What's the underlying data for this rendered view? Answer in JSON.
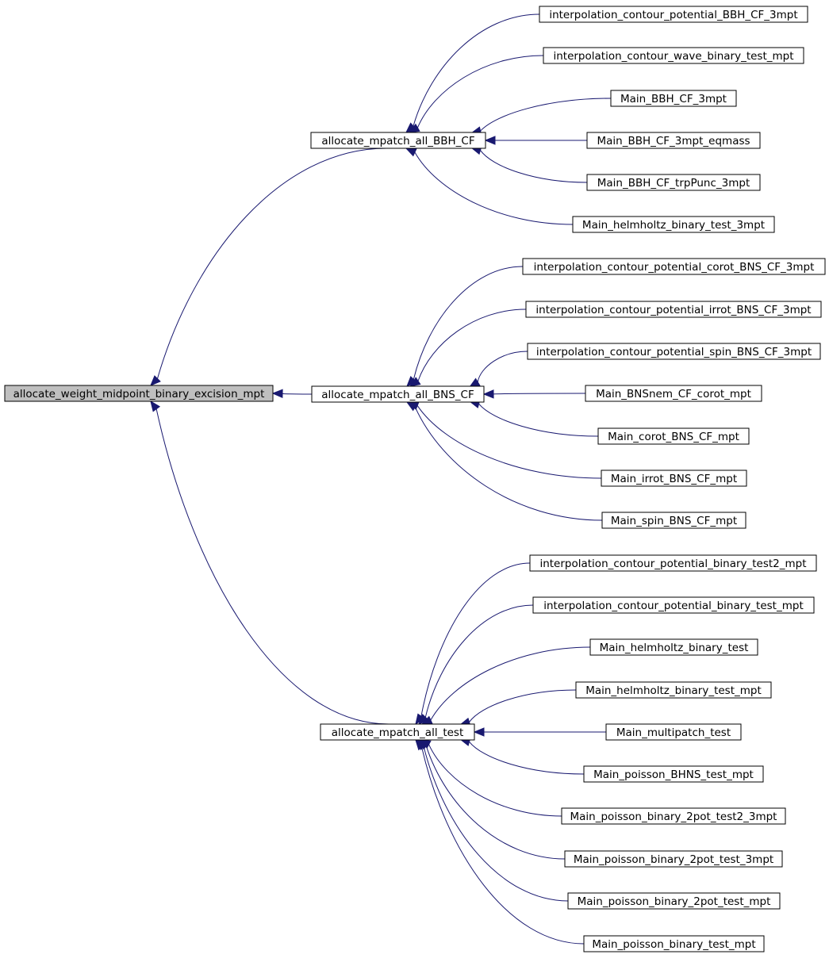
{
  "root": {
    "id": "root",
    "label": "allocate_weight_midpoint_binary_excision_mpt"
  },
  "groups": [
    {
      "id": "bbh",
      "label": "allocate_mpatch_all_BBH_CF",
      "callers": [
        "interpolation_contour_potential_BBH_CF_3mpt",
        "interpolation_contour_wave_binary_test_mpt",
        "Main_BBH_CF_3mpt",
        "Main_BBH_CF_3mpt_eqmass",
        "Main_BBH_CF_trpPunc_3mpt",
        "Main_helmholtz_binary_test_3mpt"
      ]
    },
    {
      "id": "bns",
      "label": "allocate_mpatch_all_BNS_CF",
      "callers": [
        "interpolation_contour_potential_corot_BNS_CF_3mpt",
        "interpolation_contour_potential_irrot_BNS_CF_3mpt",
        "interpolation_contour_potential_spin_BNS_CF_3mpt",
        "Main_BNSnem_CF_corot_mpt",
        "Main_corot_BNS_CF_mpt",
        "Main_irrot_BNS_CF_mpt",
        "Main_spin_BNS_CF_mpt"
      ]
    },
    {
      "id": "test",
      "label": "allocate_mpatch_all_test",
      "callers": [
        "interpolation_contour_potential_binary_test2_mpt",
        "interpolation_contour_potential_binary_test_mpt",
        "Main_helmholtz_binary_test",
        "Main_helmholtz_binary_test_mpt",
        "Main_multipatch_test",
        "Main_poisson_BHNS_test_mpt",
        "Main_poisson_binary_2pot_test2_3mpt",
        "Main_poisson_binary_2pot_test_3mpt",
        "Main_poisson_binary_2pot_test_mpt",
        "Main_poisson_binary_test_mpt"
      ]
    }
  ],
  "colors": {
    "edge": "#191970",
    "node_border": "#000000",
    "node_fill": "#ffffff",
    "root_fill": "#bfbfbf"
  }
}
